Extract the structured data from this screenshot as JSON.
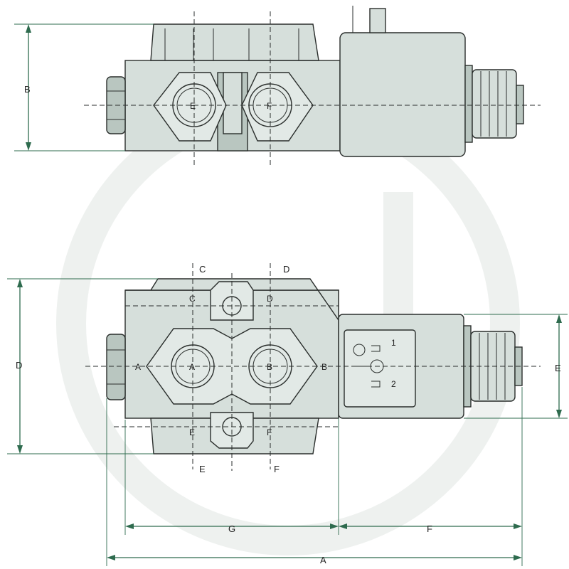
{
  "top_view": {
    "port_labels": [
      "E",
      "F"
    ],
    "dimension_label": "B"
  },
  "front_view": {
    "section_labels_top": [
      "C",
      "D"
    ],
    "section_labels_bottom": [
      "E",
      "F"
    ],
    "port_labels_main": [
      "A",
      "B"
    ],
    "side_labels": [
      "A",
      "B"
    ],
    "inner_top_labels": [
      "C",
      "D"
    ],
    "inner_bottom_labels": [
      "E",
      "F"
    ],
    "dimension_labels": {
      "left_height": "D",
      "coil_height": "E",
      "body_length": "G",
      "coil_length": "F",
      "overall_length": "A"
    },
    "connector_pins": [
      "1",
      "2"
    ]
  },
  "colors": {
    "body_fill": "#d6dfdb",
    "dimension_green": "#2e6b4e"
  }
}
